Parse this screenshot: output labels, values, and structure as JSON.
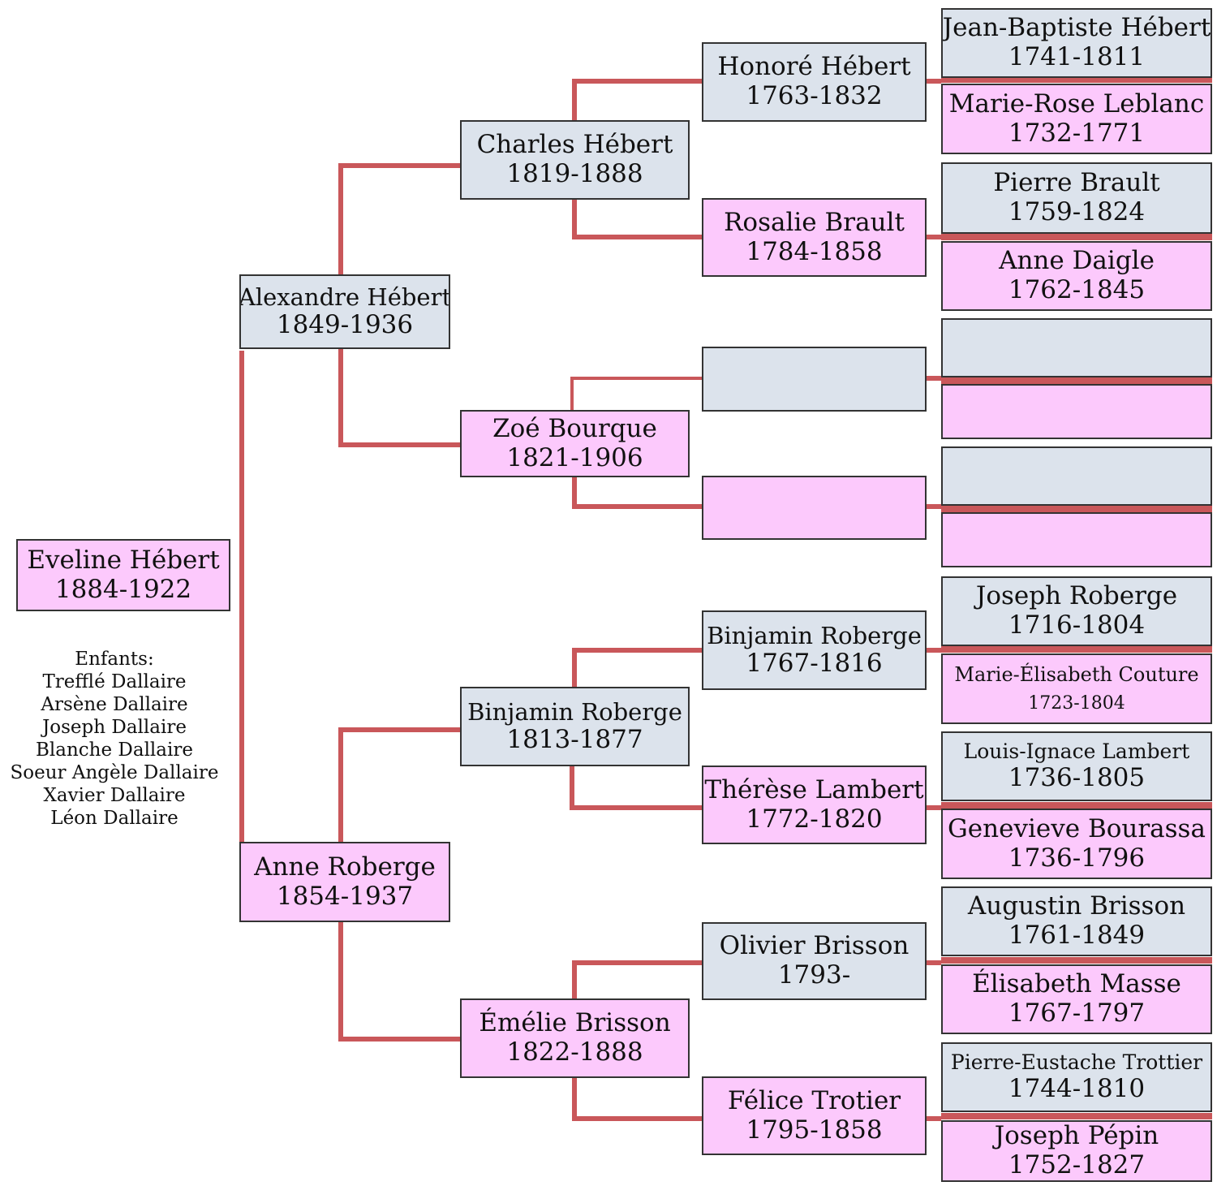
{
  "colors": {
    "male_box": "#dce3ec",
    "female_box": "#fcc9fc",
    "connector": "#c9575a",
    "border": "#333333"
  },
  "root": {
    "name": "Eveline Hébert",
    "dates": "1884-1922"
  },
  "children": {
    "heading": "Enfants:",
    "names": [
      "Trefflé Dallaire",
      "Arsène Dallaire",
      "Joseph Dallaire",
      "Blanche Dallaire",
      "Soeur Angèle Dallaire",
      "Xavier Dallaire",
      "Léon Dallaire"
    ]
  },
  "parents": {
    "father": {
      "name": "Alexandre Hébert",
      "dates": "1849-1936"
    },
    "mother": {
      "name": "Anne Roberge",
      "dates": "1854-1937"
    }
  },
  "grandparents": {
    "paternal_grandfather": {
      "name": "Charles Hébert",
      "dates": "1819-1888"
    },
    "paternal_grandmother": {
      "name": "Zoé Bourque",
      "dates": "1821-1906"
    },
    "maternal_grandfather": {
      "name": "Binjamin Roberge",
      "dates": "1813-1877"
    },
    "maternal_grandmother": {
      "name": "Émélie Brisson",
      "dates": "1822-1888"
    }
  },
  "great_grandparents": [
    {
      "name": "Honoré Hébert",
      "dates": "1763-1832"
    },
    {
      "name": "Rosalie Brault",
      "dates": "1784-1858"
    },
    {
      "name": "",
      "dates": ""
    },
    {
      "name": "",
      "dates": ""
    },
    {
      "name": "Binjamin Roberge",
      "dates": "1767-1816"
    },
    {
      "name": "Thérèse Lambert",
      "dates": "1772-1820"
    },
    {
      "name": "Olivier Brisson",
      "dates": "1793-"
    },
    {
      "name": "Félice Trotier",
      "dates": "1795-1858"
    }
  ],
  "great_great_grandparents": [
    {
      "name": "Jean-Baptiste Hébert",
      "dates": "1741-1811"
    },
    {
      "name": "Marie-Rose Leblanc",
      "dates": "1732-1771"
    },
    {
      "name": "Pierre Brault",
      "dates": "1759-1824"
    },
    {
      "name": "Anne Daigle",
      "dates": "1762-1845"
    },
    {
      "name": "",
      "dates": ""
    },
    {
      "name": "",
      "dates": ""
    },
    {
      "name": "",
      "dates": ""
    },
    {
      "name": "",
      "dates": ""
    },
    {
      "name": "Joseph Roberge",
      "dates": "1716-1804"
    },
    {
      "name": "Marie-Élisabeth Couture",
      "dates": "1723-1804"
    },
    {
      "name": "Louis-Ignace Lambert",
      "dates": "1736-1805"
    },
    {
      "name": "Genevieve Bourassa",
      "dates": "1736-1796"
    },
    {
      "name": "Augustin Brisson",
      "dates": "1761-1849"
    },
    {
      "name": "Élisabeth Masse",
      "dates": "1767-1797"
    },
    {
      "name": "Pierre-Eustache Trottier",
      "dates": "1744-1810"
    },
    {
      "name": "Joseph Pépin",
      "dates": "1752-1827"
    }
  ]
}
